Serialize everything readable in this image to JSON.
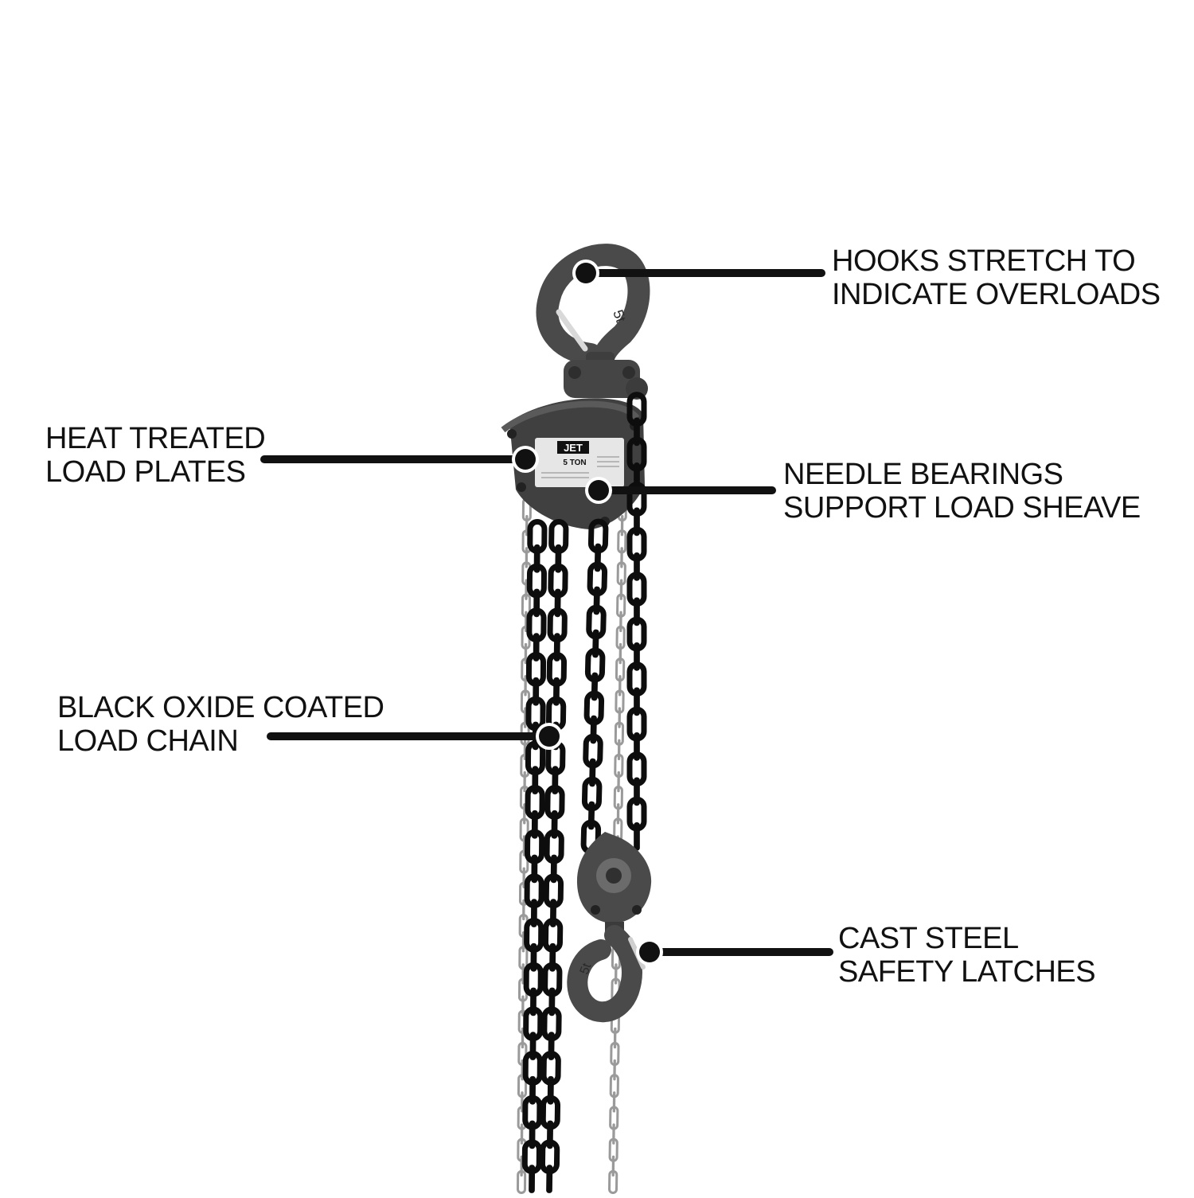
{
  "image_kind": "product feature callout diagram",
  "product": {
    "name": "manual chain hoist",
    "brand_plate": "JET",
    "capacity_plate": "5 TON",
    "hook_marking": "5t"
  },
  "callouts": {
    "hooks": {
      "line1": "HOOKS STRETCH TO",
      "line2": "INDICATE OVERLOADS"
    },
    "load_plates": {
      "line1": "HEAT TREATED",
      "line2": "LOAD PLATES"
    },
    "needle_bearings": {
      "line1": "NEEDLE BEARINGS",
      "line2": "SUPPORT LOAD SHEAVE"
    },
    "load_chain": {
      "line1": "BLACK OXIDE COATED",
      "line2": "LOAD CHAIN"
    },
    "safety_latches": {
      "line1": "CAST STEEL",
      "line2": "SAFETY LATCHES"
    }
  },
  "colors": {
    "background": "#ffffff",
    "leader": "#111111",
    "chain": "#0d0d0d",
    "hand_chain": "#9a9a9a",
    "body": "#3a3a3a",
    "body_light": "#5a5a5a",
    "plate": "#e6e6e6"
  }
}
